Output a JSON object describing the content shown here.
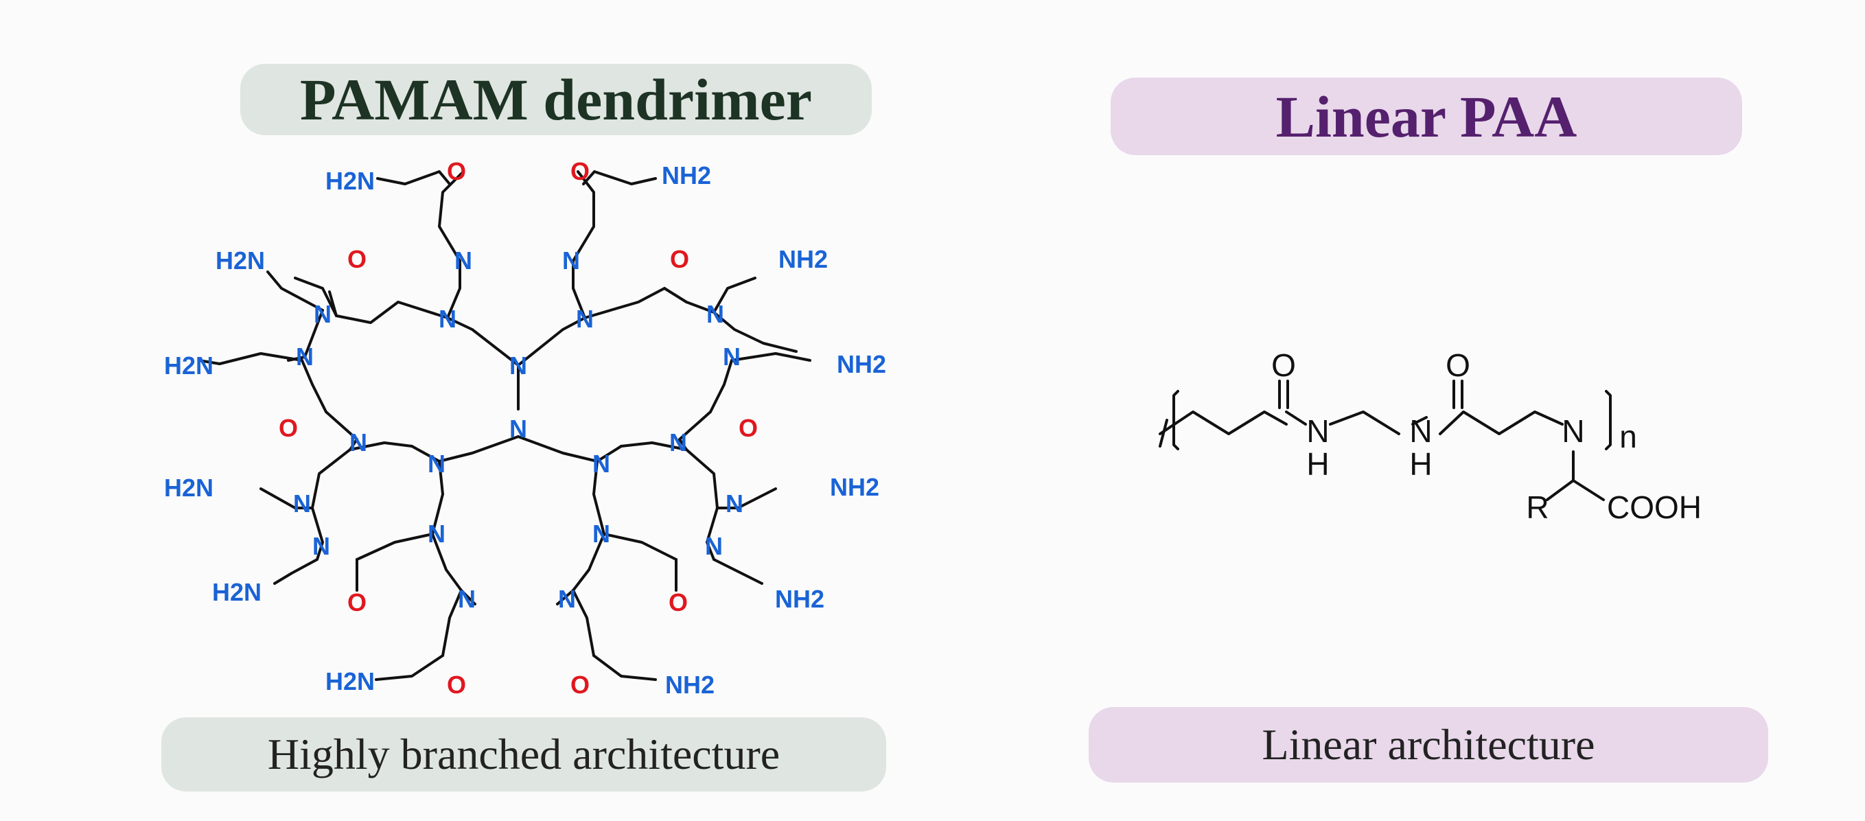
{
  "left": {
    "title": "PAMAM dendrimer",
    "caption": "Highly branched architecture",
    "atoms": {
      "nitrogen": "N",
      "oxygen": "O",
      "amine": "H2N",
      "amine_right": "NH2"
    }
  },
  "right": {
    "title": "Linear PAA",
    "caption": "Linear architecture",
    "atoms": {
      "oxygen": "O",
      "nh_n": "N",
      "nh_h": "H",
      "n": "N",
      "repeat": "n",
      "r_group": "R",
      "acid": "COOH"
    }
  },
  "colors": {
    "nitrogen": "#1a63d6",
    "oxygen": "#e0171f",
    "left_panel": "#dfe5e1",
    "right_panel": "#e8d8ea",
    "left_title": "#1d3324",
    "right_title": "#55206d"
  }
}
